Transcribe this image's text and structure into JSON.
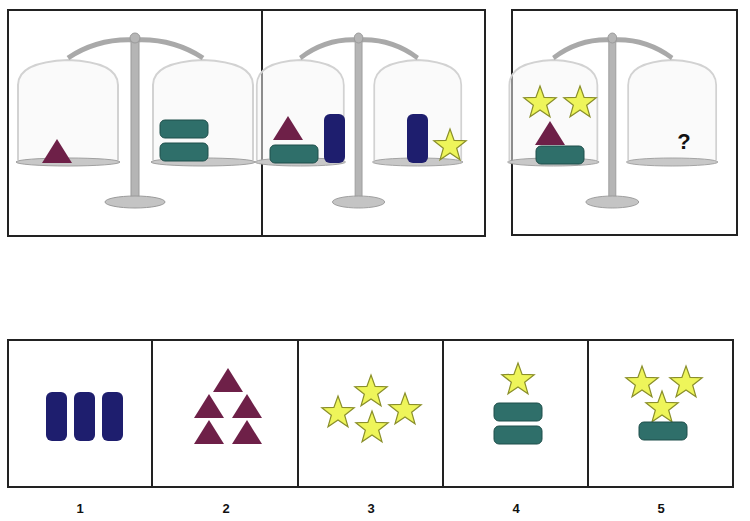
{
  "diagram": {
    "labels": [
      "?",
      "1",
      "2",
      "3",
      "4",
      "5"
    ]
  }
}
